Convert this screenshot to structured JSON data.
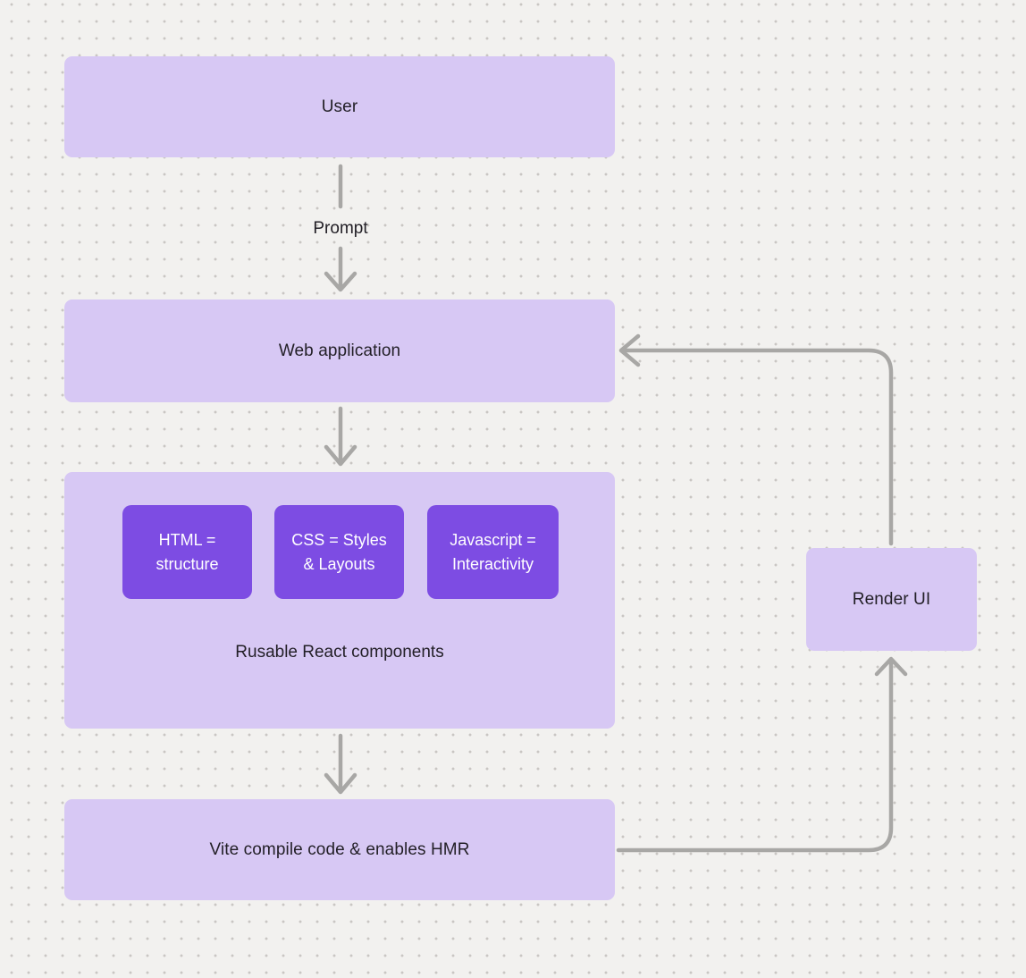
{
  "colors": {
    "background": "#f2f1ef",
    "dot": "#c9c6c3",
    "node_fill": "#d7c8f4",
    "chip_fill": "#7d4ce3",
    "connector": "#a8a7a5",
    "text_dark": "#221f26",
    "text_light": "#ffffff"
  },
  "nodes": {
    "user": {
      "label": "User"
    },
    "web_application": {
      "label": "Web application"
    },
    "components_group": {
      "caption": "Rusable React components",
      "chips": [
        {
          "line1": "HTML =",
          "line2": "structure"
        },
        {
          "line1": "CSS = Styles",
          "line2": "& Layouts"
        },
        {
          "line1": "Javascript =",
          "line2": "Interactivity"
        }
      ]
    },
    "vite": {
      "label": "Vite compile code & enables HMR"
    },
    "render_ui": {
      "label": "Render UI"
    }
  },
  "connectors": {
    "prompt_label": "Prompt"
  }
}
